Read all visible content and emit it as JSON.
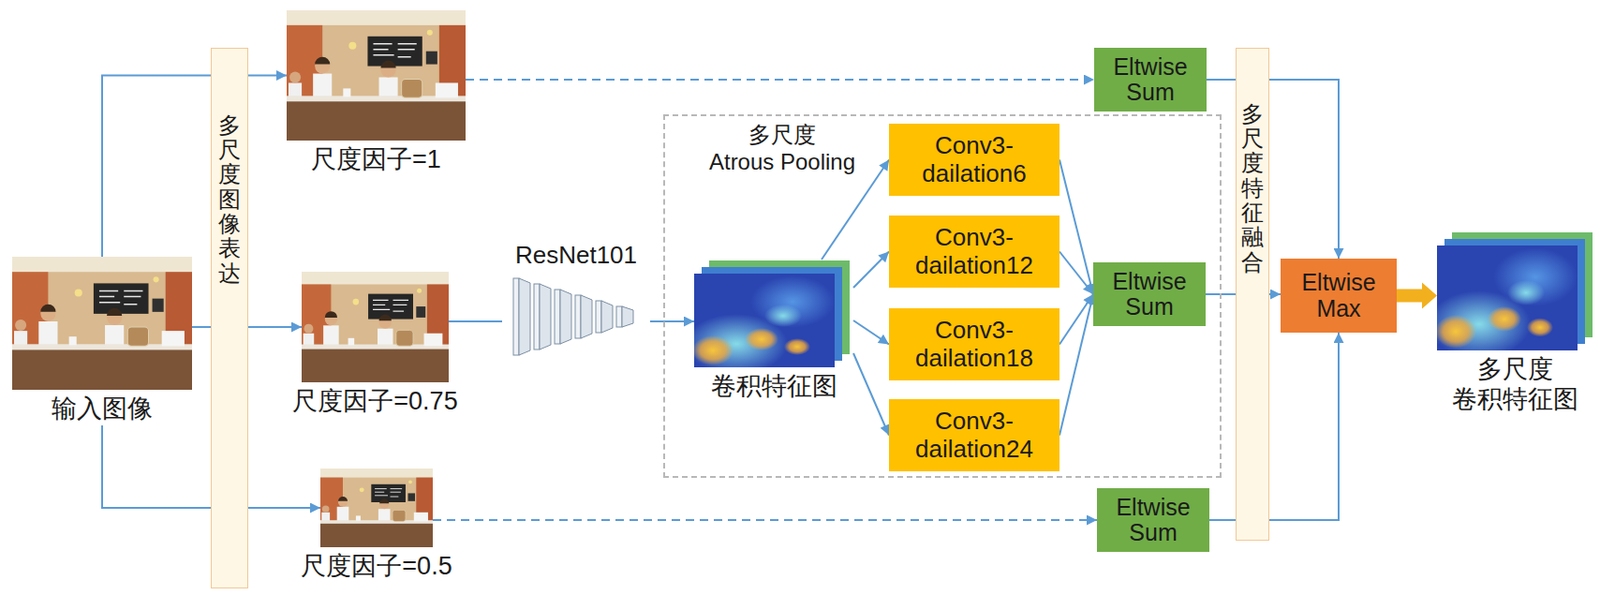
{
  "diagram": {
    "nodes": [
      {
        "text": [
          "输入图像"
        ]
      },
      {
        "text": [
          "多尺度图像表达"
        ]
      },
      {
        "text": [
          "尺度因子=1"
        ]
      },
      {
        "text": [
          "尺度因子=0.75"
        ]
      },
      {
        "text": [
          "尺度因子=0.5"
        ]
      },
      {
        "text": [
          "ResNet101"
        ]
      },
      {
        "text": [
          "多尺度",
          "Atrous Pooling"
        ]
      },
      {
        "text": [
          "卷积特征图"
        ],
        "in": 6
      },
      {
        "text": [
          "Conv3- dailation6"
        ],
        "in": 6
      },
      {
        "text": [
          "Conv3- dailation12"
        ],
        "in": 6
      },
      {
        "text": [
          "Conv3- dailation18"
        ],
        "in": 6
      },
      {
        "text": [
          "Conv3- dailation24"
        ],
        "in": 6
      },
      {
        "text": [
          "Eltwise Sum"
        ]
      },
      {
        "text": [
          "Eltwise Sum"
        ],
        "in": 6
      },
      {
        "text": [
          "Eltwise Sum"
        ]
      },
      {
        "text": [
          "多尺度特征融合"
        ]
      },
      {
        "text": [
          "Eltwise Max"
        ]
      },
      {
        "text": [
          "多尺度 卷积特征图"
        ]
      }
    ],
    "edges": [
      {
        "from": 0,
        "to": 2,
        "arrow": "to"
      },
      {
        "from": 0,
        "to": 3,
        "arrow": "to"
      },
      {
        "from": 0,
        "to": 4,
        "arrow": "to"
      },
      {
        "from": 3,
        "to": 5,
        "arrow": "none"
      },
      {
        "from": 5,
        "to": 7,
        "arrow": "to"
      },
      {
        "from": 7,
        "to": 8,
        "arrow": "to"
      },
      {
        "from": 7,
        "to": 9,
        "arrow": "to"
      },
      {
        "from": 7,
        "to": 10,
        "arrow": "to"
      },
      {
        "from": 7,
        "to": 11,
        "arrow": "to"
      },
      {
        "from": 8,
        "to": 13,
        "arrow": "to"
      },
      {
        "from": 9,
        "to": 13,
        "arrow": "to"
      },
      {
        "from": 10,
        "to": 13,
        "arrow": "to"
      },
      {
        "from": 11,
        "to": 13,
        "arrow": "to"
      },
      {
        "from": 2,
        "to": 12,
        "arrow": "to"
      },
      {
        "from": 4,
        "to": 14,
        "arrow": "to"
      },
      {
        "from": 12,
        "to": 16,
        "arrow": "to"
      },
      {
        "from": 13,
        "to": 16,
        "arrow": "to"
      },
      {
        "from": 14,
        "to": 16,
        "arrow": "to"
      },
      {
        "from": 16,
        "to": 17,
        "arrow": "to"
      }
    ]
  }
}
